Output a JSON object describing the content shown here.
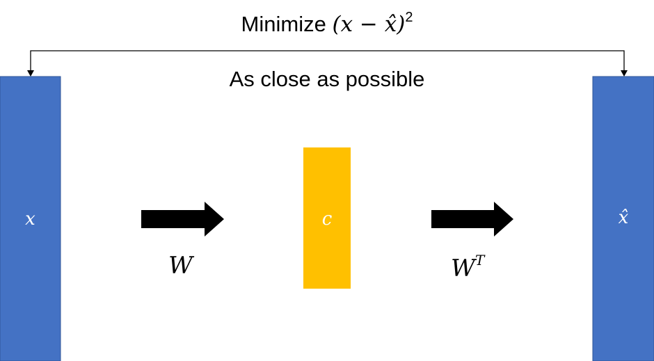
{
  "title": {
    "label": "Minimize",
    "formula": "(x − x̂)",
    "exponent": "2"
  },
  "subtitle": "As close as possible",
  "input_box": {
    "label": "x",
    "color": "#4472C4"
  },
  "code_box": {
    "label": "c",
    "color": "#FFC000"
  },
  "output_box": {
    "label": "x̂",
    "color": "#4472C4"
  },
  "encoder_weight": {
    "label": "W"
  },
  "decoder_weight": {
    "label": "W",
    "superscript": "T"
  },
  "arrow_color": "#000000"
}
